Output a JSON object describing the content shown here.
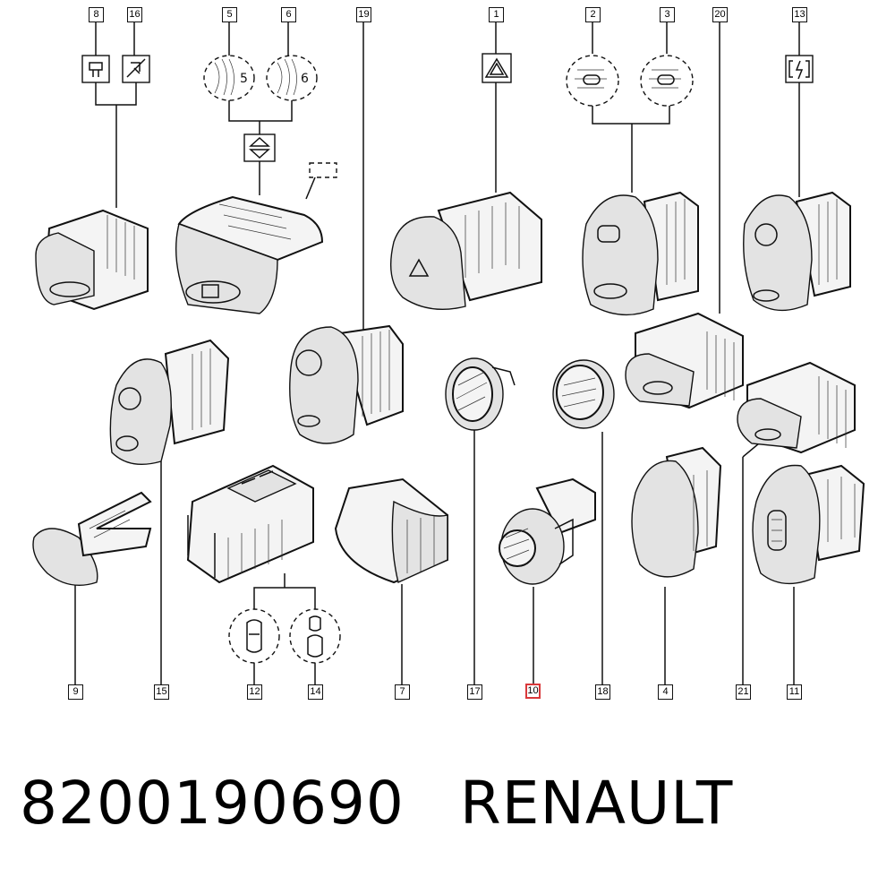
{
  "labels": {
    "top": [
      "8",
      "16",
      "5",
      "6",
      "19",
      "1",
      "2",
      "3",
      "20",
      "13"
    ],
    "bottom": [
      "9",
      "15",
      "12",
      "14",
      "7",
      "17",
      "10",
      "18",
      "4",
      "21",
      "11"
    ]
  },
  "highlighted_label": "10",
  "caption": {
    "part_number": "8200190690",
    "brand": "RENAULT"
  },
  "colors": {
    "highlight": "#d9383a",
    "line": "#111111"
  }
}
